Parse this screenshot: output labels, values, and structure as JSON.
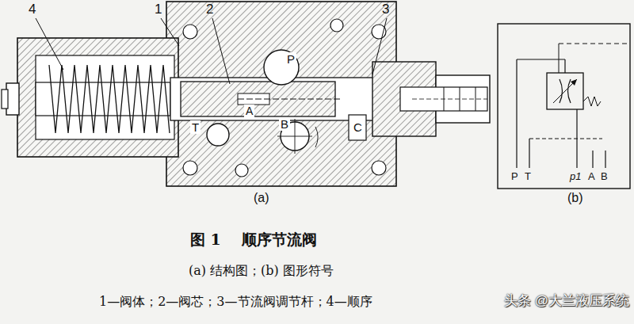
{
  "diagram": {
    "caption": "图 1    顺序节流阀",
    "labels": [
      "4",
      "1",
      "2",
      "3",
      "P",
      "A",
      "T",
      "B",
      "C",
      "(a)",
      "P",
      "T",
      "p1",
      "A",
      "B",
      "(b)",
      "(a) 结构图；(b) 图形符号",
      "1—阀体；2—阀芯；3—节流阀调节杆；4—顺序",
      "头条 @大兰液压系统"
    ]
  }
}
